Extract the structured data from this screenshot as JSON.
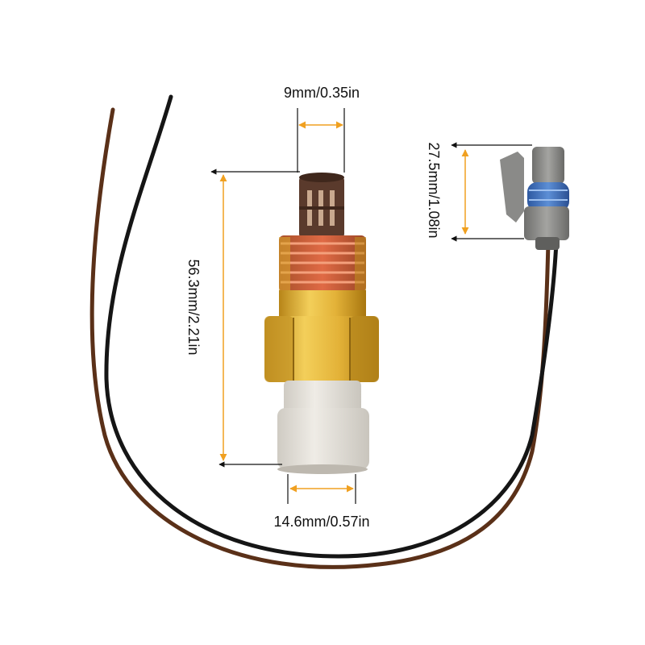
{
  "dimensions": {
    "tip_width": "9mm/0.35in",
    "total_length": "56.3mm/2.21in",
    "connector_length": "27.5mm/1.08in",
    "body_width": "14.6mm/0.57in"
  },
  "colors": {
    "guide_orange": "#f0a020",
    "brass": "#d9a52c",
    "thread_red": "#d2553a",
    "white_plastic": "#e4e1db",
    "tip_brown": "#5a3a2c",
    "connector_gray": "#8a8a88",
    "seal_blue": "#3f6fb8",
    "wire_brown": "#5a3018",
    "wire_black": "#151515"
  }
}
